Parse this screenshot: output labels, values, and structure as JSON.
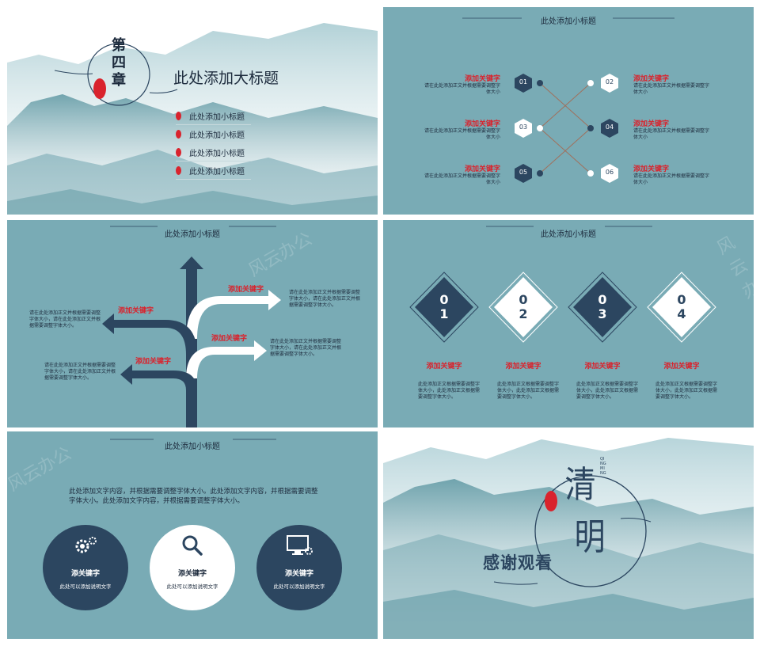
{
  "colors": {
    "teal_bg": "#79abb5",
    "navy": "#2c4660",
    "red": "#d9232d",
    "white": "#ffffff"
  },
  "slide1": {
    "chapter_chars": [
      "第",
      "四",
      "章"
    ],
    "title": "此处添加大标题",
    "items": [
      "此处添加小标题",
      "此处添加小标题",
      "此处添加小标题",
      "此处添加小标题"
    ]
  },
  "slide2": {
    "subtitle": "此处添加小标题",
    "items": [
      {
        "num": "01",
        "keyword": "添加关键字",
        "desc": "请在此处添加正文并根据需要调整字体大小"
      },
      {
        "num": "02",
        "keyword": "添加关键字",
        "desc": "请在此处添加正文并根据需要调整字体大小"
      },
      {
        "num": "03",
        "keyword": "添加关键字",
        "desc": "请在此处添加正文并根据需要调整字体大小"
      },
      {
        "num": "04",
        "keyword": "添加关键字",
        "desc": "请在此处添加正文并根据需要调整字体大小"
      },
      {
        "num": "05",
        "keyword": "添加关键字",
        "desc": "请在此处添加正文并根据需要调整字体大小"
      },
      {
        "num": "06",
        "keyword": "添加关键字",
        "desc": "请在此处添加正文并根据需要调整字体大小"
      }
    ]
  },
  "slide3": {
    "subtitle": "此处添加小标题",
    "watermark": "风云办公",
    "branches": [
      {
        "keyword": "添加关键字",
        "desc": "请在此处添加正文并根据需要调整字体大小，请在此处添加正文并根据需要调整字体大小。"
      },
      {
        "keyword": "添加关键字",
        "desc": "请在此处添加正文并根据需要调整字体大小，请在此处添加正文并根据需要调整字体大小。"
      },
      {
        "keyword": "添加关键字",
        "desc": "请在此处添加正文并根据需要调整字体大小，请在此处添加正文并根据需要调整字体大小。"
      },
      {
        "keyword": "添加关键字",
        "desc": "请在此处添加正文并根据需要调整字体大小，请在此处添加正文并根据需要调整字体大小。"
      }
    ]
  },
  "slide4": {
    "subtitle": "此处添加小标题",
    "watermark": "风云办公",
    "items": [
      {
        "d1": "0",
        "d2": "1",
        "keyword": "添加关键字",
        "desc": "此处添加正文根据需要调整字体大小，此处添加正文根据需要调整字体大小。"
      },
      {
        "d1": "0",
        "d2": "2",
        "keyword": "添加关键字",
        "desc": "此处添加正文根据需要调整字体大小，此处添加正文根据需要调整字体大小。"
      },
      {
        "d1": "0",
        "d2": "3",
        "keyword": "添加关键字",
        "desc": "此处添加正文根据需要调整字体大小，此处添加正文根据需要调整字体大小。"
      },
      {
        "d1": "0",
        "d2": "4",
        "keyword": "添加关键字",
        "desc": "此处添加正文根据需要调整字体大小，此处添加正文根据需要调整字体大小。"
      }
    ]
  },
  "slide5": {
    "subtitle": "此处添加小标题",
    "watermark": "风云办公",
    "paragraph": "此处添加文字内容，并根据需要调整字体大小。此处添加文字内容，并根据需要调整字体大小。此处添加文字内容，并根据需要调整字体大小。",
    "circles": [
      {
        "icon": "gears-icon",
        "keyword": "添关键字",
        "desc": "此处可以添加说明文字"
      },
      {
        "icon": "magnifier-icon",
        "keyword": "添关键字",
        "desc": "此处可以添加说明文字"
      },
      {
        "icon": "monitor-icon",
        "keyword": "添关键字",
        "desc": "此处可以添加说明文字"
      }
    ]
  },
  "slide6": {
    "thanks": "感谢观看",
    "calligraphy": [
      "清",
      "明"
    ],
    "pinyin": "QING MING"
  }
}
